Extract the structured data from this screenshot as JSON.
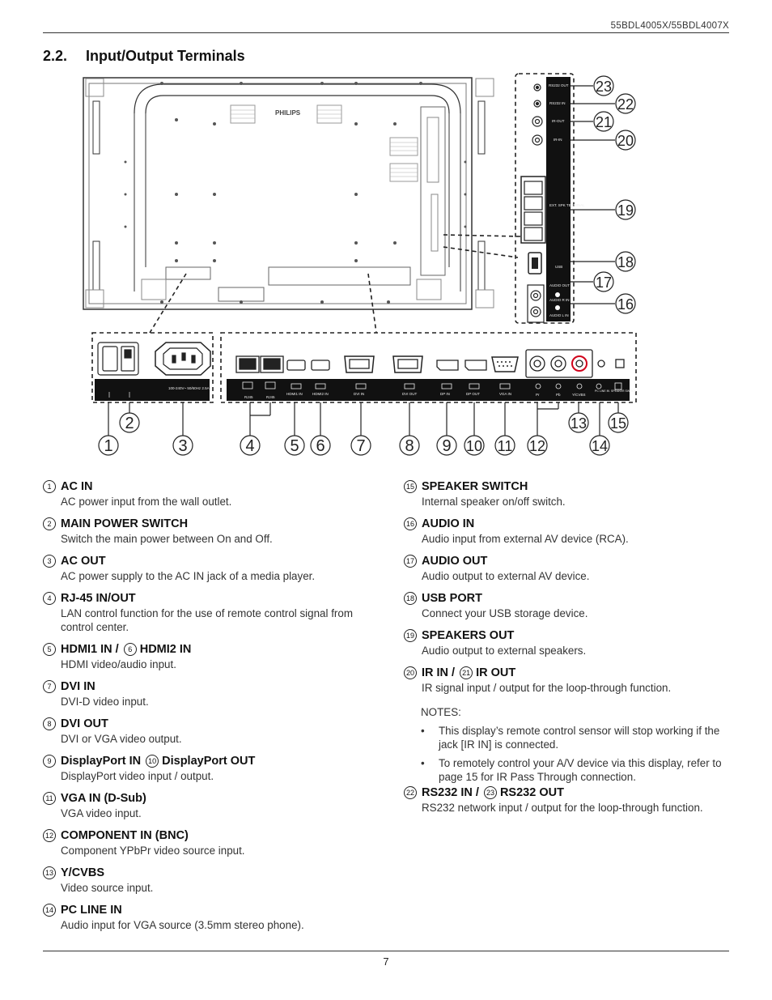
{
  "header": {
    "model": "55BDL4005X/55BDL4007X"
  },
  "section": {
    "number": "2.2.",
    "title": "Input/Output Terminals"
  },
  "figure": {
    "callouts_bottom": [
      "1",
      "2",
      "3",
      "4",
      "5",
      "6",
      "7",
      "8",
      "9",
      "10",
      "11",
      "12",
      "13",
      "14",
      "15"
    ],
    "callouts_side": [
      "23",
      "22",
      "21",
      "20",
      "19",
      "18",
      "17",
      "16"
    ],
    "side_labels": [
      "RS232 OUT",
      "RS232 IN",
      "IR-OUT",
      "IR-IN",
      "EXT. SPK TERMINAL",
      "USB",
      "AUDIO OUT",
      "AUDIO R IN",
      "AUDIO L IN"
    ],
    "port_labels": [
      "RJ45",
      "RJ45",
      "HDMI1 IN",
      "HDMI2 IN",
      "DVI IN",
      "DVI OUT",
      "DP IN",
      "DP OUT",
      "VGA IN",
      "Pr",
      "Pb",
      "Y/CVBS",
      "PC LINE IN",
      "SPEAKER SWITCH"
    ],
    "power_label": "100-240V~ 50/60Hz 2.5A"
  },
  "items_left": [
    {
      "n": "1",
      "title": "AC IN",
      "desc": "AC power input from the wall outlet."
    },
    {
      "n": "2",
      "title": "MAIN POWER SWITCH",
      "desc": "Switch the main power between On and Off."
    },
    {
      "n": "3",
      "title": "AC OUT",
      "desc": "AC power supply to the AC IN jack of a media player."
    },
    {
      "n": "4",
      "title": "RJ-45 IN/OUT",
      "desc": "LAN control function for the use of remote control signal from control center."
    },
    {
      "n": "5",
      "title": "HDMI1 IN /",
      "n2": "6",
      "title2": "HDMI2 IN",
      "desc": "HDMI video/audio input."
    },
    {
      "n": "7",
      "title": "DVI IN",
      "desc": "DVI-D video input."
    },
    {
      "n": "8",
      "title": "DVI OUT",
      "desc": "DVI or VGA video output."
    },
    {
      "n": "9",
      "title": "DisplayPort IN",
      "n2": "10",
      "title2": "DisplayPort OUT",
      "desc": "DisplayPort video input / output."
    },
    {
      "n": "11",
      "title": "VGA IN (D-Sub)",
      "desc": "VGA video input."
    },
    {
      "n": "12",
      "title": "COMPONENT IN (BNC)",
      "desc": "Component YPbPr video source input."
    },
    {
      "n": "13",
      "title": "Y/CVBS",
      "desc": "Video source input."
    },
    {
      "n": "14",
      "title": "PC LINE IN",
      "desc": "Audio input for VGA source (3.5mm stereo phone)."
    }
  ],
  "items_right": [
    {
      "n": "15",
      "title": "SPEAKER SWITCH",
      "desc": "Internal speaker on/off switch."
    },
    {
      "n": "16",
      "title": "AUDIO IN",
      "desc": "Audio input from external AV device (RCA)."
    },
    {
      "n": "17",
      "title": "AUDIO OUT",
      "desc": "Audio output to external AV device."
    },
    {
      "n": "18",
      "title": "USB PORT",
      "desc": "Connect your USB storage device."
    },
    {
      "n": "19",
      "title": "SPEAKERS OUT",
      "desc": "Audio output to external speakers."
    },
    {
      "n": "20",
      "title": "IR IN /",
      "n2": "21",
      "title2": "IR OUT",
      "desc": "IR signal input / output for the loop-through function."
    },
    {
      "n": "22",
      "title": "RS232 IN /",
      "n2": "23",
      "title2": "RS232 OUT",
      "desc": "RS232 network input / output for the loop-through function."
    }
  ],
  "notes": {
    "title": "NOTES:",
    "bullet1": "This display’s remote control sensor will stop working if the jack [IR IN] is connected.",
    "bullet2": "To remotely control your A/V device via this display, refer to page 15 for IR Pass Through connection."
  },
  "footer": {
    "page": "7"
  }
}
